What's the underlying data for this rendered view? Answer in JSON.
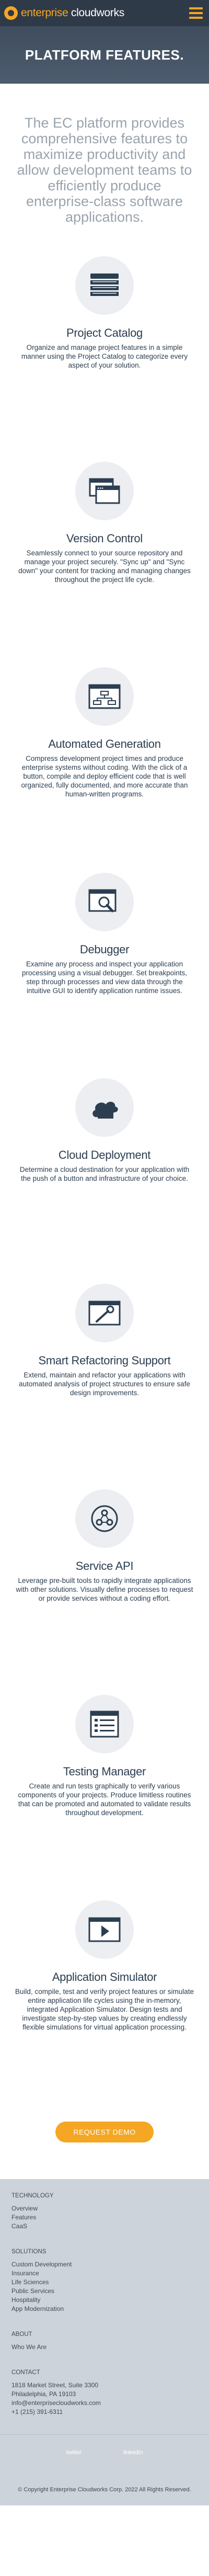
{
  "header": {
    "brand_name": "enterprise cloudworks",
    "brand_first": "enterprise",
    "brand_second": " cloudworks",
    "menu_icon": "hamburger-icon",
    "accent_color": "#f5a623",
    "bar_color": "#2f3a48"
  },
  "hero": {
    "title": "PLATFORM FEATURES."
  },
  "intro": {
    "text": "The EC platform provides comprehensive features to maximize productivity and allow development teams to efficiently produce enterprise-class software applications."
  },
  "features": [
    {
      "icon": "catalog-list-icon",
      "title": "Project Catalog",
      "text": "Organize and manage project features in a simple manner using the Project Catalog to categorize every aspect of your solution."
    },
    {
      "icon": "stacked-windows-icon",
      "title": "Version Control",
      "text": "Seamlessly connect to your source repository and manage your project securely. \"Sync up\" and \"Sync down\" your content for tracking and managing changes throughout the project life cycle."
    },
    {
      "icon": "flowchart-window-icon",
      "title": "Automated Generation",
      "text": "Compress development project times and produce enterprise systems without coding. With the click of a button, compile and deploy efficient code that is well organized, fully documented, and more accurate than human-written programs."
    },
    {
      "icon": "magnifier-window-icon",
      "title": "Debugger",
      "text": "Examine any process and inspect your application processing using a visual debugger. Set breakpoints, step through processes and view data through the intuitive GUI to identify application runtime issues."
    },
    {
      "icon": "cloud-upload-icon",
      "title": "Cloud Deployment",
      "text": "Determine a cloud destination for your application with the push of a button and infrastructure of your choice."
    },
    {
      "icon": "wrench-window-icon",
      "title": "Smart Refactoring Support",
      "text": "Extend, maintain and refactor your applications with automated analysis of project structures to ensure safe design improvements."
    },
    {
      "icon": "share-nodes-icon",
      "title": "Service API",
      "text": "Leverage pre-built tools to rapidly integrate applications with other solutions. Visually define processes to request or provide services without a coding effort."
    },
    {
      "icon": "checklist-window-icon",
      "title": "Testing Manager",
      "text": "Create and run tests graphically to verify various components of your projects. Produce limitless routines that can be promoted and automated to validate results throughout development."
    },
    {
      "icon": "play-window-icon",
      "title": "Application Simulator",
      "text": "Build, compile, test and verify project features or simulate entire application life cycles using the in-memory, integrated Application Simulator. Design tests and investigate step-by-step values by creating endlessly flexible simulations for virtual application processing."
    }
  ],
  "cta": {
    "label": "REQUEST DEMO"
  },
  "footer": {
    "technology": {
      "heading": "TECHNOLOGY",
      "links": [
        "Overview",
        "Features",
        "CaaS"
      ]
    },
    "solutions": {
      "heading": "SOLUTIONS",
      "links": [
        "Custom Development",
        "Insurance",
        "Life Sciences",
        "Public Services",
        "Hospitality",
        "App Modernization"
      ]
    },
    "about": {
      "heading": "ABOUT",
      "links": [
        "Who We Are"
      ]
    },
    "contact": {
      "heading": "CONTACT",
      "lines": [
        "1818 Market Street, Suite 3300",
        "Philadelphia, PA 19103",
        "info@enterprisecloudworks.com",
        "+1 (215) 391-6311"
      ]
    },
    "social": [
      "twitter",
      "linkedin"
    ],
    "copyright": "© Copyright Enterprise Cloudworks Corp. 2022 All Rights Reserved."
  }
}
